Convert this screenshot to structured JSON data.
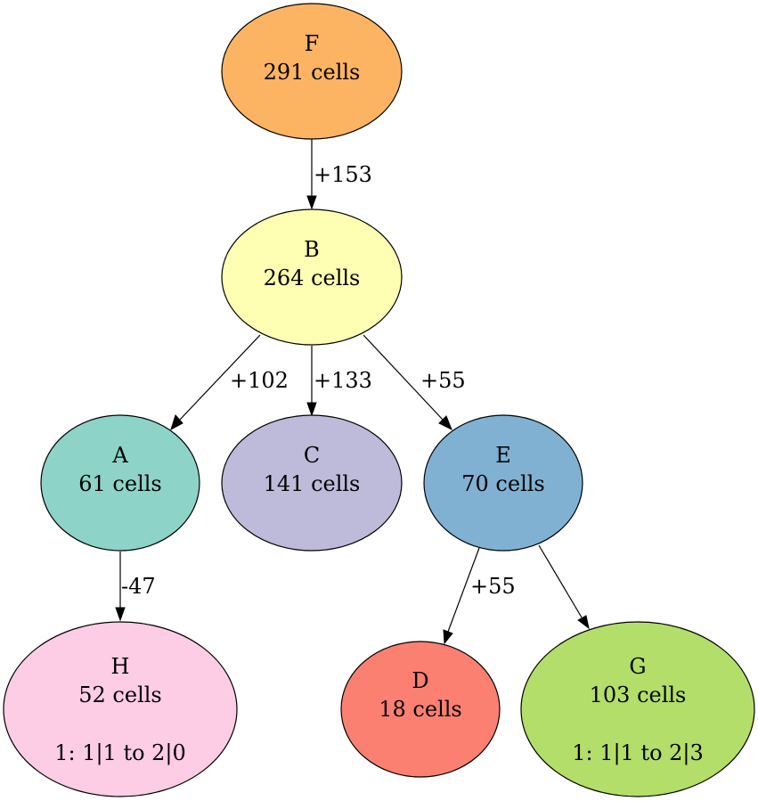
{
  "nodes": {
    "F": {
      "name": "F",
      "count": "291 cells",
      "note": "",
      "fill": "#fdb462"
    },
    "B": {
      "name": "B",
      "count": "264 cells",
      "note": "",
      "fill": "#ffffb3"
    },
    "A": {
      "name": "A",
      "count": "61 cells",
      "note": "",
      "fill": "#8dd3c7"
    },
    "C": {
      "name": "C",
      "count": "141 cells",
      "note": "",
      "fill": "#bebada"
    },
    "E": {
      "name": "E",
      "count": "70 cells",
      "note": "",
      "fill": "#80b1d3"
    },
    "H": {
      "name": "H",
      "count": "52 cells",
      "note": "1: 1|1 to 2|0",
      "fill": "#fccde5"
    },
    "D": {
      "name": "D",
      "count": "18 cells",
      "note": "",
      "fill": "#fb8072"
    },
    "G": {
      "name": "G",
      "count": "103 cells",
      "note": "1: 1|1 to 2|3",
      "fill": "#b3de69"
    }
  },
  "edges": [
    {
      "from": "F",
      "to": "B",
      "label": "+153"
    },
    {
      "from": "B",
      "to": "A",
      "label": "+102"
    },
    {
      "from": "B",
      "to": "C",
      "label": "+133"
    },
    {
      "from": "B",
      "to": "E",
      "label": "+55"
    },
    {
      "from": "A",
      "to": "H",
      "label": "-47"
    },
    {
      "from": "E",
      "to": "D",
      "label": "+55"
    },
    {
      "from": "E",
      "to": "G",
      "label": ""
    }
  ]
}
